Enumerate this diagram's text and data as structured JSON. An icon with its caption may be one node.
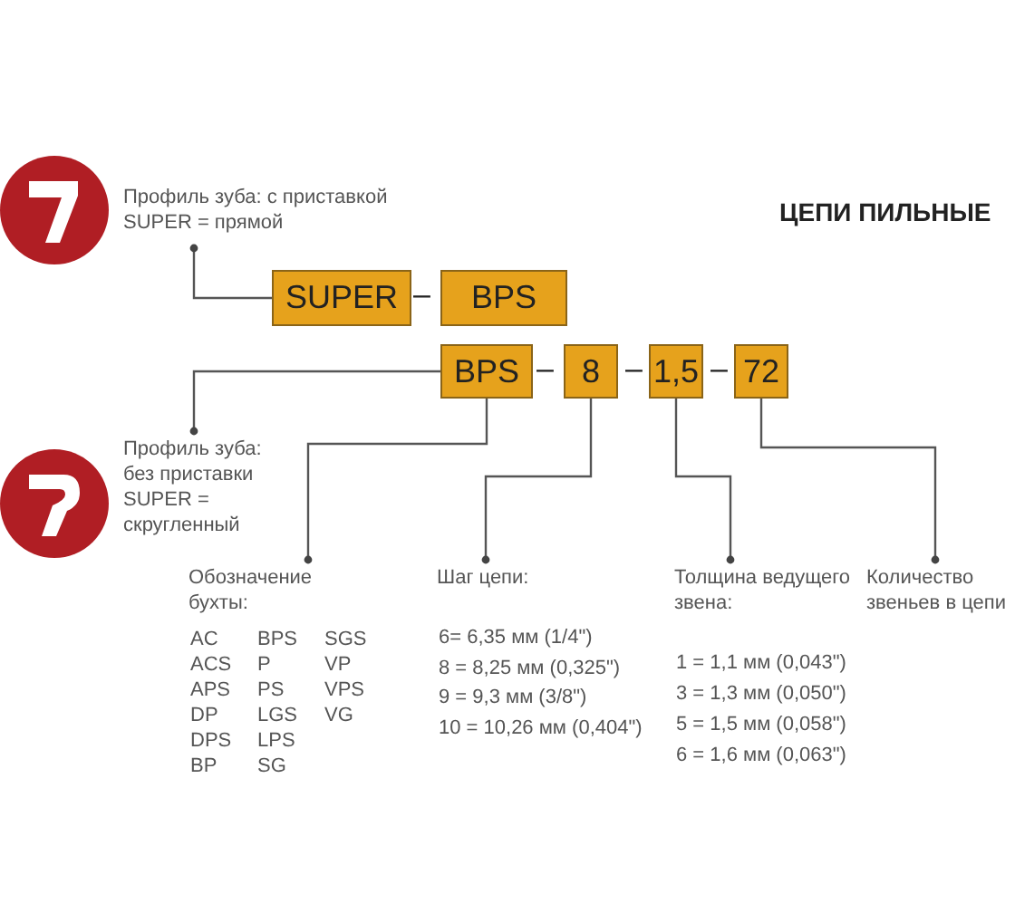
{
  "diagram": {
    "nodes": [
      {
        "text": [
          "Профиль зуба: с приставкой SUPER = прямой"
        ]
      },
      {
        "text": [
          "SUPER"
        ]
      },
      {
        "text": [
          "BPS"
        ]
      },
      {
        "text": [
          "BPS"
        ]
      },
      {
        "text": [
          "8"
        ]
      },
      {
        "text": [
          "1,5"
        ]
      },
      {
        "text": [
          "72"
        ]
      },
      {
        "text": [
          "Профиль зуба: без приставки SUPER = скругленный"
        ]
      },
      {
        "text": [
          "Обозначение бухты:"
        ]
      },
      {
        "text": [
          "Шаг цепи:"
        ]
      },
      {
        "text": [
          "Толщина ведущего звена:"
        ]
      },
      {
        "text": [
          "Количество звеньев в цепи"
        ]
      }
    ],
    "edges": [
      {
        "from": 1,
        "to": 0,
        "arrow": "other"
      },
      {
        "from": 3,
        "to": 7,
        "arrow": "other"
      },
      {
        "from": 3,
        "to": 8,
        "arrow": "other"
      },
      {
        "from": 4,
        "to": 9,
        "arrow": "other"
      },
      {
        "from": 5,
        "to": 10,
        "arrow": "other"
      },
      {
        "from": 6,
        "to": 11,
        "arrow": "other"
      }
    ],
    "labels": [
      "ЦЕПИ ПИЛЬНЫЕ",
      "–",
      "–",
      "–",
      "–",
      "AC",
      "BPS",
      "SGS",
      "ACS",
      "P",
      "VP",
      "APS",
      "PS",
      "VPS",
      "DP",
      "LGS",
      "VG",
      "DPS",
      "LPS",
      "BP",
      "SG",
      "6= 6,35 мм (1/4\")",
      "8 = 8,25 мм (0,325\")",
      "9 = 9,3 мм (3/8\")",
      "10 = 10,26 мм (0,404\")",
      "1 = 1,1 мм (0,043\")",
      "3 = 1,3 мм (0,050\")",
      "5 = 1,5 мм (0,058\")",
      "6 = 1,6 мм (0,063\")"
    ]
  }
}
